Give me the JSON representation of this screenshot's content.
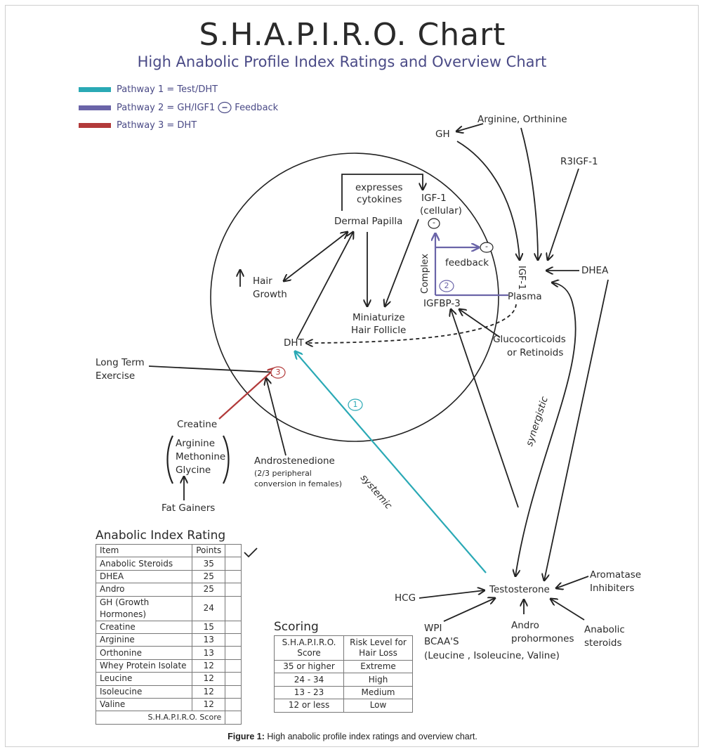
{
  "title": "S.H.A.P.I.R.O. Chart",
  "subtitle": "High Anabolic Profile Index Ratings and Overview Chart",
  "colors": {
    "pathway1": "#2aa9b5",
    "pathway2": "#6a64a8",
    "pathway3": "#b23a3a"
  },
  "legend": [
    {
      "label": "Pathway 1 = Test/DHT"
    },
    {
      "label_prefix": "Pathway 2 = GH/IGF1",
      "label_suffix": "Feedback"
    },
    {
      "label": "Pathway 3 = DHT"
    }
  ],
  "diagram": {
    "gh": "GH",
    "arginine_orthinine": "Arginine, Orthinine",
    "r3igf1": "R3IGF-1",
    "dhea": "DHEA",
    "igf1_plasma_v": "IGF-1",
    "plasma": "Plasma",
    "expresses": "expresses",
    "cytokines": "cytokines",
    "igf1_cellular_1": "IGF-1",
    "igf1_cellular_2": "(cellular)",
    "dermal_papilla": "Dermal Papilla",
    "feedback": "feedback",
    "complex": "Complex",
    "igfbp3": "IGFBP-3",
    "hair_growth_1": "Hair",
    "hair_growth_2": "Growth",
    "miniaturize_1": "Miniaturize",
    "miniaturize_2": "Hair Follicle",
    "glucocorticoids_1": "Glucocorticoids",
    "glucocorticoids_2": "or Retinoids",
    "dht": "DHT",
    "long_term_1": "Long Term",
    "long_term_2": "Exercise",
    "creatine": "Creatine",
    "arginine": "Arginine",
    "methonine": "Methonine",
    "glycine": "Glycine",
    "fat_gainers": "Fat Gainers",
    "androstenedione": "Androstenedione",
    "andro_note_1": "(2/3 peripheral",
    "andro_note_2": "conversion in females)",
    "systemic": "systemic",
    "synergistic": "synergistic",
    "testosterone": "Testosterone",
    "hcg": "HCG",
    "aromatase_1": "Aromatase",
    "aromatase_2": "Inhibiters",
    "wpi": "WPI",
    "bcaa": "BCAA'S",
    "bcaa_list": "(Leucine , Isoleucine, Valine)",
    "andro_pro_1": "Andro",
    "andro_pro_2": "prohormones",
    "anabolic_1": "Anabolic",
    "anabolic_2": "steroids",
    "num_1": "1",
    "num_2": "2",
    "num_3": "3",
    "minus": "-"
  },
  "anabolic_table": {
    "title": "Anabolic Index Rating",
    "headers": [
      "Item",
      "Points"
    ],
    "rows": [
      {
        "item": "Anabolic  Steroids",
        "points": "35"
      },
      {
        "item": "DHEA",
        "points": "25"
      },
      {
        "item": "Andro",
        "points": "25"
      },
      {
        "item": "GH (Growth Hormones)",
        "points": "24"
      },
      {
        "item": "Creatine",
        "points": "15"
      },
      {
        "item": "Arginine",
        "points": "13"
      },
      {
        "item": "Orthonine",
        "points": "13"
      },
      {
        "item": "Whey Protein Isolate",
        "points": "12"
      },
      {
        "item": "Leucine",
        "points": "12"
      },
      {
        "item": "Isoleucine",
        "points": "12"
      },
      {
        "item": "Valine",
        "points": "12"
      }
    ],
    "footer": "S.H.A.P.I.R.O. Score"
  },
  "scoring_table": {
    "title": "Scoring",
    "header_col1": [
      "S.H.A.P.I.R.O.",
      "Score"
    ],
    "header_col2": [
      "Risk Level for",
      "Hair Loss"
    ],
    "rows": [
      {
        "score": "35 or higher",
        "risk": "Extreme"
      },
      {
        "score": "24 - 34",
        "risk": "High"
      },
      {
        "score": "13 - 23",
        "risk": "Medium"
      },
      {
        "score": "12 or less",
        "risk": "Low"
      }
    ]
  },
  "caption": {
    "label": "Figure 1:",
    "text": "High anabolic profile index ratings and overview chart."
  }
}
